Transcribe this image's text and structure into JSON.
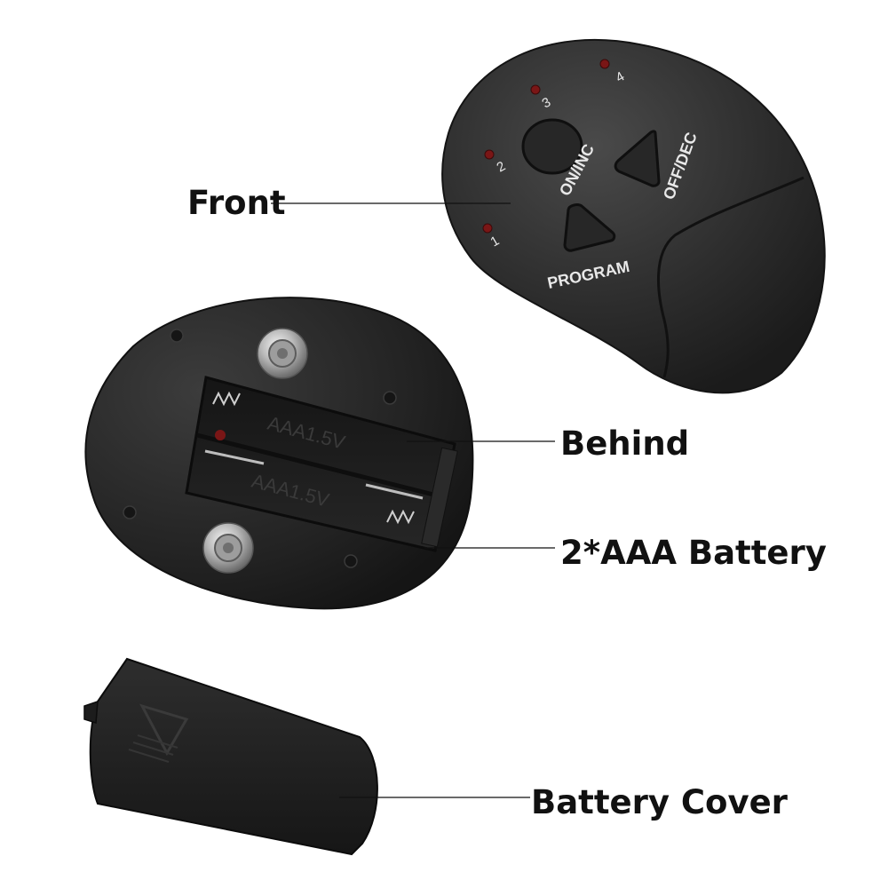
{
  "callouts": {
    "front": "Front",
    "behind": "Behind",
    "battery": "2*AAA Battery",
    "battery_cover": "Battery Cover"
  },
  "controller_front": {
    "buttons": {
      "on_inc": "ON/INC",
      "off_dec": "OFF/DEC",
      "program": "PROGRAM"
    },
    "indicators": [
      "1",
      "2",
      "3",
      "4"
    ]
  },
  "battery_compartment": {
    "slot_top": "AAA1.5V",
    "slot_bottom": "AAA1.5V"
  },
  "colors": {
    "device_body": "#2b2b2b",
    "device_edge": "#1a1a1a",
    "indicator_led": "#7a1616",
    "label_text": "#e8e8e8",
    "callout_text": "#111111"
  }
}
